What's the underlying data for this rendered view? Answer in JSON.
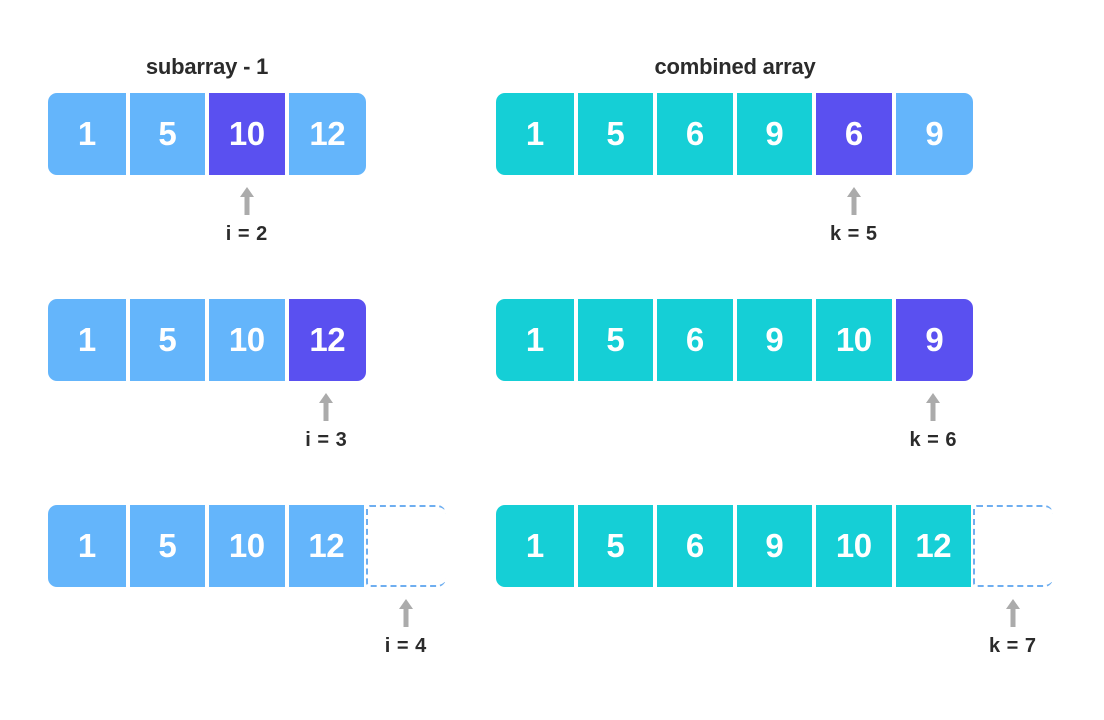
{
  "colors": {
    "background": "#ffffff",
    "cell_blue": "#64b5fb",
    "cell_teal": "#15cfd6",
    "cell_highlight_purple": "#5a50f0",
    "empty_cell_border": "#6eaef0",
    "arrow": "#ababab",
    "text_dark": "#2b2b2b",
    "cell_text": "#ffffff"
  },
  "columns": {
    "left": {
      "title": "subarray - 1",
      "rows": [
        {
          "cells": [
            {
              "value": "1",
              "style": "blue"
            },
            {
              "value": "5",
              "style": "blue"
            },
            {
              "value": "10",
              "style": "purple"
            },
            {
              "value": "12",
              "style": "blue"
            }
          ],
          "pointer": {
            "label": "i = 2",
            "index": 2
          }
        },
        {
          "cells": [
            {
              "value": "1",
              "style": "blue"
            },
            {
              "value": "5",
              "style": "blue"
            },
            {
              "value": "10",
              "style": "blue"
            },
            {
              "value": "12",
              "style": "purple"
            }
          ],
          "pointer": {
            "label": "i = 3",
            "index": 3
          }
        },
        {
          "cells": [
            {
              "value": "1",
              "style": "blue"
            },
            {
              "value": "5",
              "style": "blue"
            },
            {
              "value": "10",
              "style": "blue"
            },
            {
              "value": "12",
              "style": "blue"
            },
            {
              "value": "",
              "style": "empty"
            }
          ],
          "pointer": {
            "label": "i = 4",
            "index": 4
          }
        }
      ]
    },
    "right": {
      "title": "combined array",
      "rows": [
        {
          "cells": [
            {
              "value": "1",
              "style": "teal"
            },
            {
              "value": "5",
              "style": "teal"
            },
            {
              "value": "6",
              "style": "teal"
            },
            {
              "value": "9",
              "style": "teal"
            },
            {
              "value": "6",
              "style": "purple"
            },
            {
              "value": "9",
              "style": "blue"
            }
          ],
          "pointer": {
            "label": "k = 5",
            "index": 4
          }
        },
        {
          "cells": [
            {
              "value": "1",
              "style": "teal"
            },
            {
              "value": "5",
              "style": "teal"
            },
            {
              "value": "6",
              "style": "teal"
            },
            {
              "value": "9",
              "style": "teal"
            },
            {
              "value": "10",
              "style": "teal"
            },
            {
              "value": "9",
              "style": "purple"
            }
          ],
          "pointer": {
            "label": "k = 6",
            "index": 5
          }
        },
        {
          "cells": [
            {
              "value": "1",
              "style": "teal"
            },
            {
              "value": "5",
              "style": "teal"
            },
            {
              "value": "6",
              "style": "teal"
            },
            {
              "value": "9",
              "style": "teal"
            },
            {
              "value": "10",
              "style": "teal"
            },
            {
              "value": "12",
              "style": "teal"
            },
            {
              "value": "",
              "style": "empty"
            }
          ],
          "pointer": {
            "label": "k = 7",
            "index": 6
          }
        }
      ]
    }
  }
}
